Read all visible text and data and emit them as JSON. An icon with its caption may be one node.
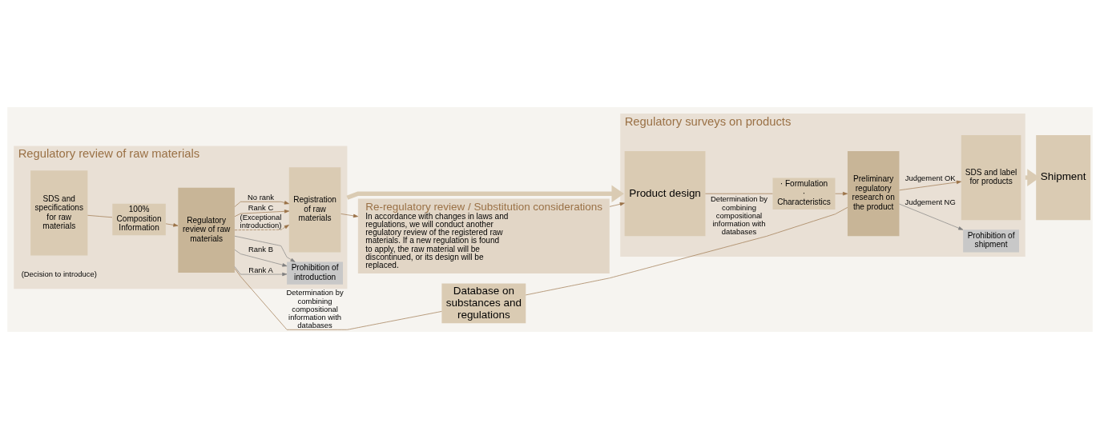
{
  "diagram": {
    "nodes": [
      {
        "text": [
          "Database on substances and regulations"
        ]
      },
      {
        "text": [
          "Regulatory review of raw materials"
        ]
      },
      {
        "text": [
          "SDS and specifications for raw materials"
        ],
        "in": 1
      },
      {
        "text": [
          "100% Composition Information"
        ],
        "in": 1
      },
      {
        "text": [
          "Regulatory review of raw materials"
        ],
        "in": 1
      },
      {
        "text": [
          "Prohibition of introduction"
        ],
        "in": 1
      },
      {
        "text": [
          "Registration of raw materials"
        ],
        "in": 1
      },
      {
        "text": [
          "Regulatory surveys on products"
        ]
      },
      {
        "text": [
          "Product design"
        ],
        "in": 7
      },
      {
        "text": [
          "· Formulation",
          "· Characteristics"
        ],
        "in": 7
      },
      {
        "text": [
          "Preliminary regulatory research on the product"
        ],
        "in": 7
      },
      {
        "text": [
          "Prohibition of shipment"
        ],
        "in": 7
      },
      {
        "text": [
          "SDS and label for products"
        ],
        "in": 7
      },
      {
        "text": [
          "Shipment"
        ]
      },
      {
        "text": [
          "Re-regulatory review / Substitution considerations",
          "In accordance with changes in laws and regulations, we will conduct another regulatory review of the registered raw materials. If a new regulation is found to apply, the raw material will be discontinued, or its design will be replaced."
        ]
      }
    ],
    "edges": [
      {
        "from": 0,
        "to": 4,
        "arrow": "none",
        "label": "Determination by combining compositional information with databases"
      },
      {
        "from": 0,
        "to": 10,
        "arrow": "none",
        "label": "Determination by combining compositional information with databases"
      },
      {
        "from": 2,
        "to": 3,
        "arrow": "none"
      },
      {
        "from": 3,
        "to": 4,
        "arrow": "to"
      },
      {
        "from": 4,
        "to": 5,
        "arrow": "to",
        "label": "Rank A",
        "color": "#7f7f7f"
      },
      {
        "from": 4,
        "to": 5,
        "arrow": "to",
        "label": "Rank B",
        "color": "#7f7f7f"
      },
      {
        "from": 4,
        "to": 6,
        "arrow": "to",
        "style": "dashed",
        "label": "(Exceptional introduction)"
      },
      {
        "from": 4,
        "to": 5,
        "arrow": "to",
        "color": "#7f7f7f"
      },
      {
        "from": 4,
        "to": 6,
        "arrow": "to",
        "label": "Rank C"
      },
      {
        "from": 4,
        "to": 6,
        "arrow": "to",
        "label": "No rank"
      },
      {
        "from": 1,
        "to": 7,
        "arrow": "to",
        "style": "thick",
        "color": "#dacbb3"
      },
      {
        "from": 6,
        "to": 14,
        "arrow": "to"
      },
      {
        "from": 14,
        "to": 8,
        "arrow": "to"
      },
      {
        "from": 8,
        "to": 9,
        "arrow": "none"
      },
      {
        "from": 9,
        "to": 10,
        "arrow": "to"
      },
      {
        "from": 10,
        "to": 11,
        "arrow": "to",
        "label": "Judgement NG",
        "color": "#7f7f7f"
      },
      {
        "from": 10,
        "to": 12,
        "arrow": "to",
        "label": "Judgement OK"
      },
      {
        "from": 7,
        "to": 13,
        "arrow": "to",
        "style": "thick",
        "color": "#dacbb3"
      }
    ],
    "labels": [
      "(Decision to introduce)"
    ]
  }
}
